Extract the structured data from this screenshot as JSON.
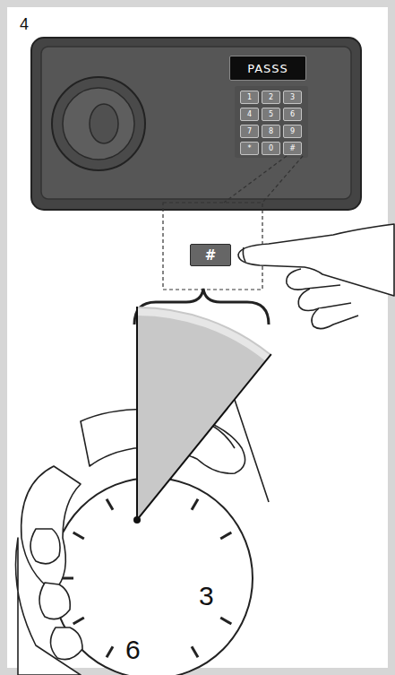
{
  "diagram": {
    "nodes": [
      {
        "text": [
          "PASSS"
        ]
      },
      {
        "text": [
          "1"
        ]
      },
      {
        "text": [
          "2"
        ]
      },
      {
        "text": [
          "3"
        ]
      },
      {
        "text": [
          "4"
        ]
      },
      {
        "text": [
          "5"
        ]
      },
      {
        "text": [
          "6"
        ]
      },
      {
        "text": [
          "7"
        ]
      },
      {
        "text": [
          "8"
        ]
      },
      {
        "text": [
          "9"
        ]
      },
      {
        "text": [
          "*"
        ]
      },
      {
        "text": [
          "0"
        ]
      },
      {
        "text": [
          "#"
        ]
      },
      {
        "text": [
          "#"
        ]
      }
    ],
    "labels": [
      "4",
      "3",
      "6"
    ]
  }
}
